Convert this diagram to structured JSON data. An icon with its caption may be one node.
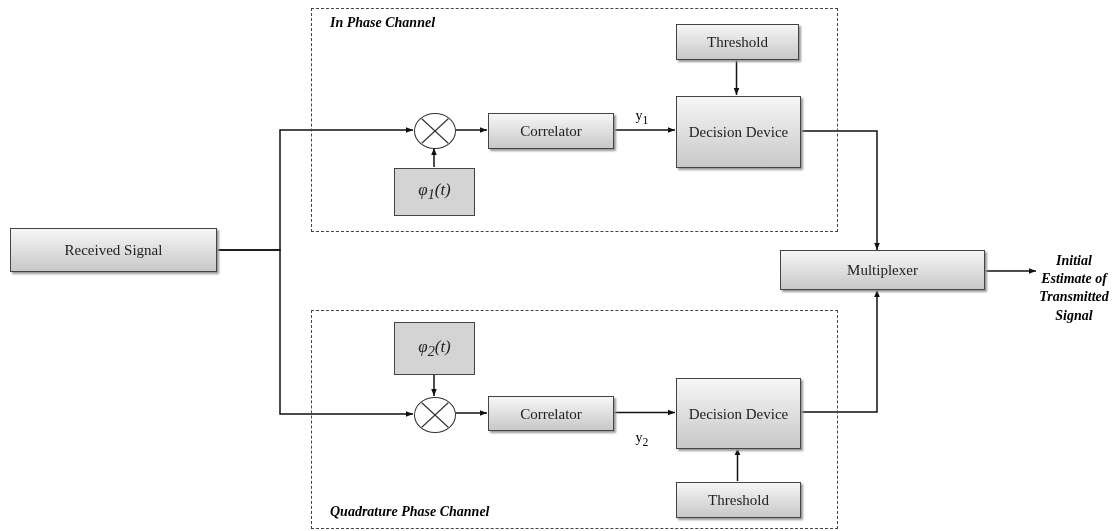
{
  "diagram": {
    "nodes": [
      {
        "text": [
          "Received Signal"
        ]
      },
      {
        "text": [
          "In Phase Channel"
        ]
      },
      {
        "text": [],
        "shape": "circle",
        "in": 1
      },
      {
        "text": [
          "φ$_{1}$(t)"
        ],
        "in": 1
      },
      {
        "text": [
          "Correlator"
        ],
        "in": 1
      },
      {
        "text": [
          "Threshold"
        ],
        "in": 1
      },
      {
        "text": [
          "Decision Device"
        ],
        "in": 1
      },
      {
        "text": [
          "Multiplexer"
        ]
      },
      {
        "text": [
          "Initial Estimate of Transmitted Signal"
        ]
      },
      {
        "text": [
          "Quadrature Phase Channel"
        ]
      },
      {
        "text": [
          "φ$_{2}$(t)"
        ],
        "in": 9
      },
      {
        "text": [],
        "shape": "circle",
        "in": 9
      },
      {
        "text": [
          "Correlator"
        ],
        "in": 9
      },
      {
        "text": [
          "Decision Device"
        ],
        "in": 9
      },
      {
        "text": [
          "Threshold"
        ],
        "in": 9
      }
    ],
    "edges": [
      {
        "from": 0,
        "to": 2,
        "arrow": "to"
      },
      {
        "from": 0,
        "to": 11,
        "arrow": "to"
      },
      {
        "from": 3,
        "to": 2,
        "arrow": "to"
      },
      {
        "from": 2,
        "to": 4,
        "arrow": "to"
      },
      {
        "from": 4,
        "to": 6,
        "arrow": "to",
        "label": "y$_{1}$"
      },
      {
        "from": 5,
        "to": 6,
        "arrow": "to"
      },
      {
        "from": 6,
        "to": 7,
        "arrow": "to"
      },
      {
        "from": 10,
        "to": 11,
        "arrow": "to"
      },
      {
        "from": 11,
        "to": 12,
        "arrow": "to"
      },
      {
        "from": 12,
        "to": 13,
        "arrow": "to",
        "label": "y$_{2}$"
      },
      {
        "from": 14,
        "to": 13,
        "arrow": "to"
      },
      {
        "from": 13,
        "to": 7,
        "arrow": "to"
      },
      {
        "from": 7,
        "to": 8,
        "arrow": "to"
      }
    ]
  }
}
